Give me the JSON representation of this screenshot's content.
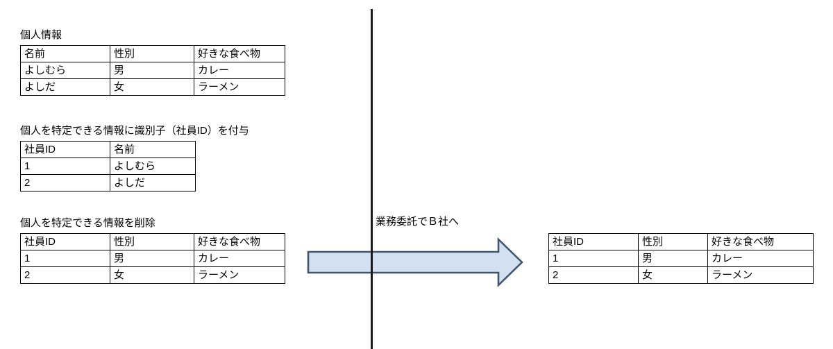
{
  "diagram": {
    "title_sections": {
      "personal_info": "個人情報",
      "assign_id": "個人を特定できる情報に識別子（社員ID）を付与",
      "remove_pii": "個人を特定できる情報を削除",
      "transfer": "業務委託でＢ社へ"
    },
    "colors": {
      "arrow_fill": "#d2e0f2",
      "arrow_stroke": "#41566b",
      "table_border": "#000000",
      "divider": "#1a1a1a",
      "text": "#000000"
    },
    "tables": {
      "personal_info": {
        "headers": [
          "名前",
          "性別",
          "好きな食べ物"
        ],
        "rows": [
          [
            "よしむら",
            "男",
            "カレー"
          ],
          [
            "よしだ",
            "女",
            "ラーメン"
          ]
        ]
      },
      "identifier_map": {
        "headers": [
          "社員ID",
          "名前"
        ],
        "rows": [
          [
            "1",
            "よしむら"
          ],
          [
            "2",
            "よしだ"
          ]
        ]
      },
      "anonymized": {
        "headers": [
          "社員ID",
          "性別",
          "好きな食べ物"
        ],
        "rows": [
          [
            "1",
            "男",
            "カレー"
          ],
          [
            "2",
            "女",
            "ラーメン"
          ]
        ]
      },
      "received": {
        "headers": [
          "社員ID",
          "性別",
          "好きな食べ物"
        ],
        "rows": [
          [
            "1",
            "男",
            "カレー"
          ],
          [
            "2",
            "女",
            "ラーメン"
          ]
        ]
      }
    }
  }
}
